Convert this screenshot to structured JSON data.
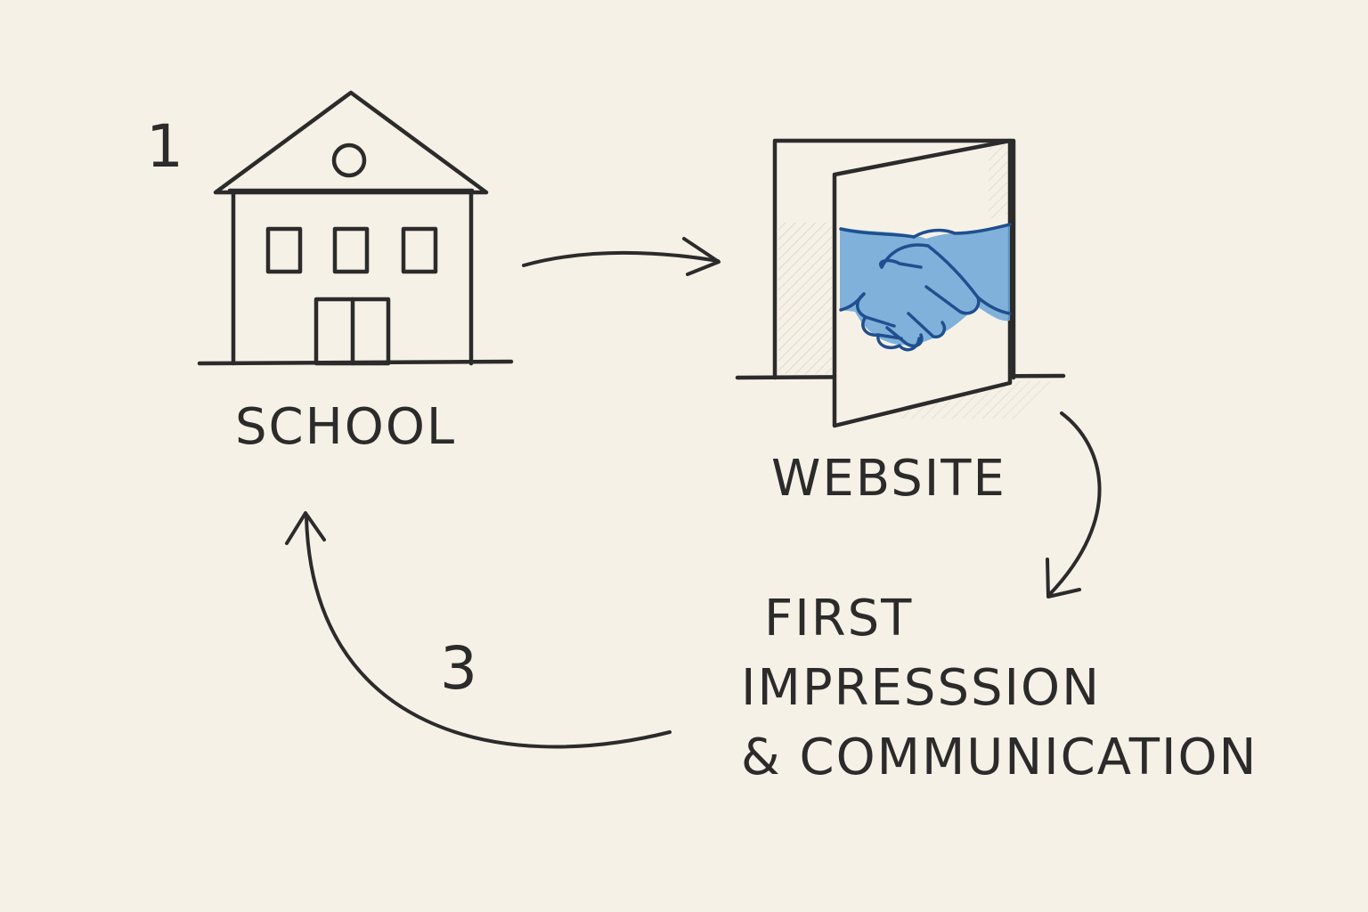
{
  "nodes": {
    "school": {
      "label": "SCHOOL",
      "icon": "school-building-icon"
    },
    "website": {
      "label": "WEBSITE",
      "icon": "open-door-handshake-icon"
    },
    "impression": {
      "line1": "FIRST",
      "line2": "IMPRESSSION",
      "line3": "& COMMUNICATION"
    }
  },
  "steps": {
    "one": "1",
    "three": "3"
  },
  "colors": {
    "background": "#f6f1e6",
    "ink": "#2b2b2b",
    "handshake_fill": "#6aa6d8",
    "handshake_outline": "#1f4f8f"
  }
}
